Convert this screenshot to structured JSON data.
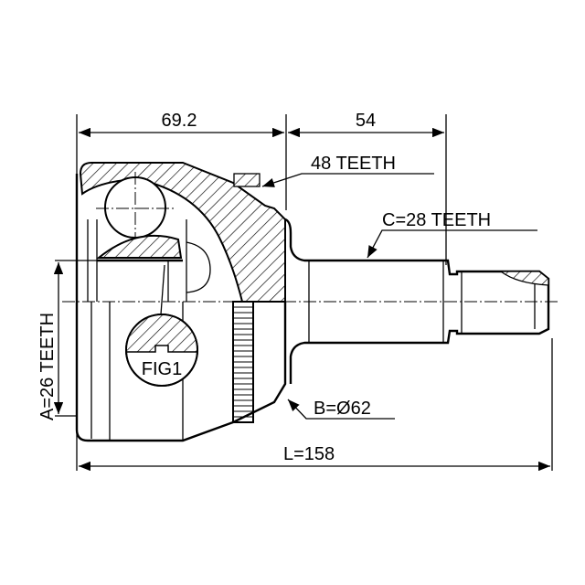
{
  "title": "CV joint outer technical drawing",
  "dimensions": {
    "housing_length": "69.2",
    "shaft_length": "54",
    "overall_length": "L=158"
  },
  "labels": {
    "abs_ring_teeth": "48 TEETH",
    "outer_spline": "C=28 TEETH",
    "inner_spline": "A=26 TEETH",
    "abs_diameter": "B=Ø62",
    "figure": "FIG1"
  }
}
